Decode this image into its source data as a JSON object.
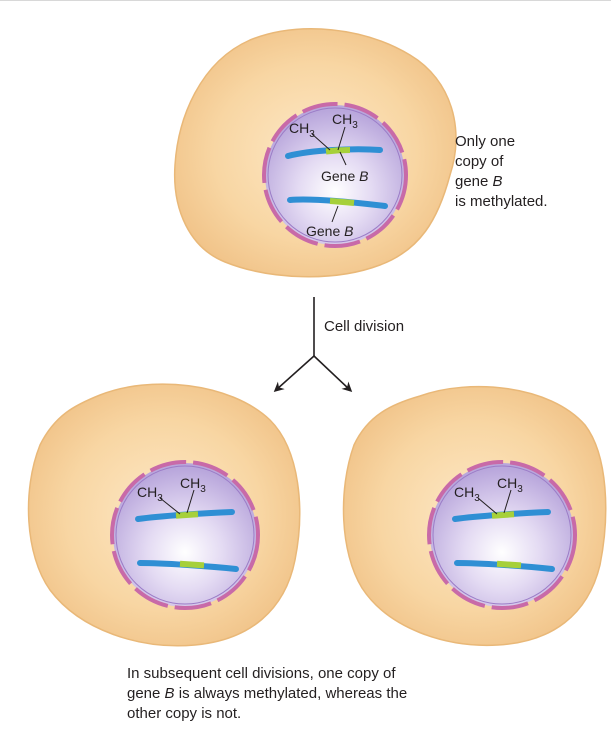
{
  "labels": {
    "ch3": "CH",
    "ch3_sub": "3",
    "gene_b_prefix": "Gene ",
    "gene_b_letter": "B",
    "cell_division": "Cell division"
  },
  "side_note": {
    "line1": "Only one",
    "line2": "copy of",
    "line3_prefix": "gene ",
    "line3_letter": "B",
    "line4": "is methylated."
  },
  "bottom_note": {
    "part1": "In subsequent cell divisions, one copy of",
    "part2_prefix": "gene ",
    "part2_letter": "B",
    "part2_suffix": " is always methylated, whereas the",
    "part3": "other copy is not."
  },
  "colors": {
    "cytoplasm": "#f8d6a3",
    "cytoplasm_edge": "#e9b878",
    "nucleus": "#cfc0e6",
    "nuclear_envelope": "#c86aa8",
    "dna": "#2f8fd4",
    "gene": "#a6d03a"
  }
}
